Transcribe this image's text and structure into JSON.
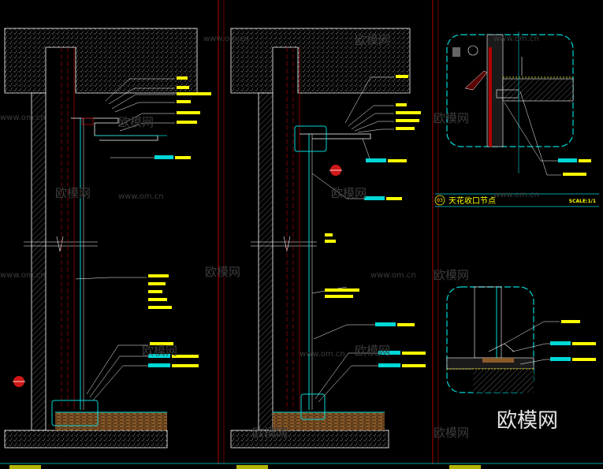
{
  "drawing": {
    "watermark_brand": "欧模网",
    "watermark_url": "www.om.cn",
    "corner_logo": "欧模网",
    "detail_titles": {
      "ceiling_node": {
        "number": "03",
        "title": "天花收口节点",
        "scale": "SCALE:1/1"
      }
    }
  },
  "colors": {
    "background": "#000000",
    "concrete": "#ffffff",
    "dim_line": "#b40000",
    "glass_edge": "#00d7d7",
    "highlight_box": "#00d7d7",
    "leader": "#ffffff",
    "text": "#ffff00",
    "floor_finish": "#8a5a2a",
    "marker": "#ff3030"
  },
  "icons": [
    "section-marker-icon",
    "concrete-hatch-icon",
    "wall-hatch-icon",
    "floor-finish-icon",
    "break-line-icon"
  ]
}
